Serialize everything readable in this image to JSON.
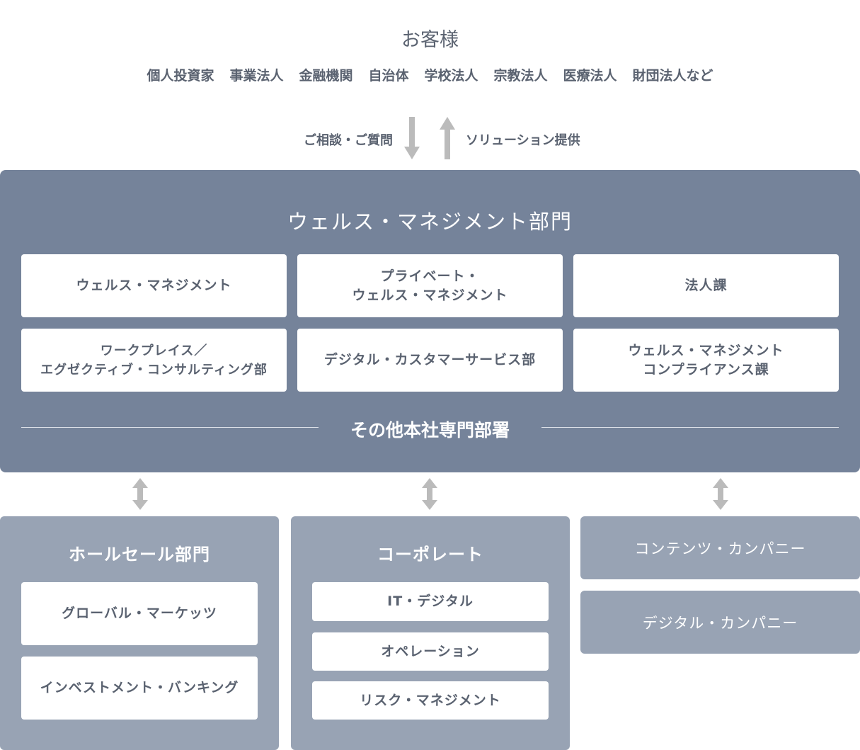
{
  "customers": {
    "title": "お客様",
    "list": [
      "個人投資家",
      "事業法人",
      "金融機関",
      "自治体",
      "学校法人",
      "宗教法人",
      "医療法人",
      "財団法人など"
    ]
  },
  "flow": {
    "inquiry": "ご相談・ご質問",
    "solution": "ソリューション提供"
  },
  "wealth": {
    "title": "ウェルス・マネジメント部門",
    "units": [
      "ウェルス・マネジメント",
      "プライベート・\nウェルス・マネジメント",
      "法人課",
      "ワークプレイス／\nエグゼクティブ・コンサルティング部",
      "デジタル・カスタマーサービス部",
      "ウェルス・マネジメント\nコンプライアンス課"
    ],
    "other": "その他本社専門部署"
  },
  "wholesale": {
    "title": "ホールセール部門",
    "units": [
      "グローバル・マーケッツ",
      "インベストメント・バンキング"
    ]
  },
  "corporate": {
    "title": "コーポレート",
    "units": [
      "IT・デジタル",
      "オペレーション",
      "リスク・マネジメント"
    ]
  },
  "companies": [
    "コンテンツ・カンパニー",
    "デジタル・カンパニー"
  ],
  "colors": {
    "main": "#75839a",
    "sub": "#98a3b4",
    "arrow": "#bbbbbb",
    "text": "#5a6270"
  }
}
